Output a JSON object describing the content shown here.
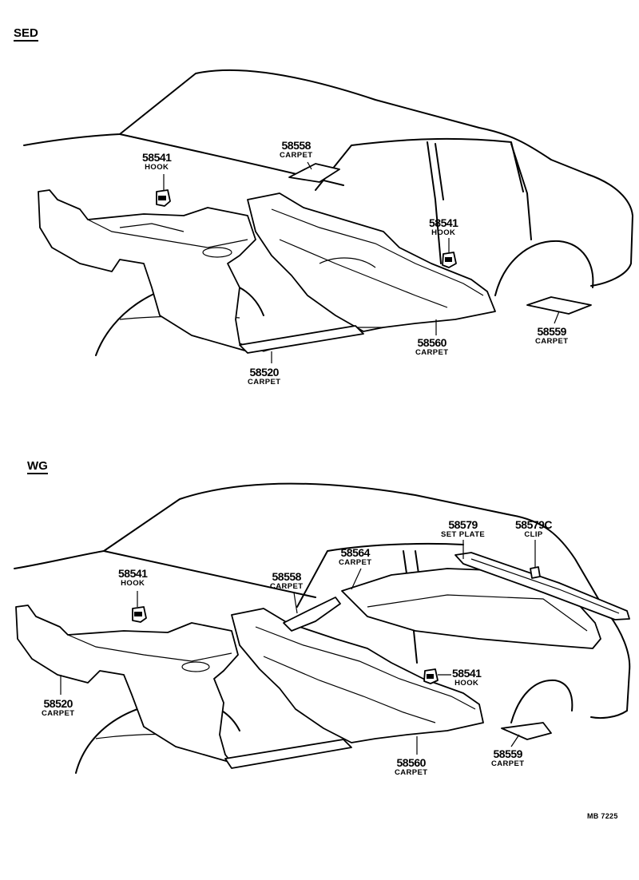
{
  "sections": {
    "sedan": {
      "title": "SED",
      "callouts": [
        {
          "number": "58541",
          "name": "HOOK"
        },
        {
          "number": "58558",
          "name": "CARPET"
        },
        {
          "number": "58541",
          "name": "HOOK"
        },
        {
          "number": "58559",
          "name": "CARPET"
        },
        {
          "number": "58560",
          "name": "CARPET"
        },
        {
          "number": "58520",
          "name": "CARPET"
        }
      ]
    },
    "wagon": {
      "title": "WG",
      "callouts": [
        {
          "number": "58541",
          "name": "HOOK"
        },
        {
          "number": "58558",
          "name": "CARPET"
        },
        {
          "number": "58564",
          "name": "CARPET"
        },
        {
          "number": "58579",
          "name": "SET PLATE"
        },
        {
          "number": "58579C",
          "name": "CLIP"
        },
        {
          "number": "58541",
          "name": "HOOK"
        },
        {
          "number": "58520",
          "name": "CARPET"
        },
        {
          "number": "58560",
          "name": "CARPET"
        },
        {
          "number": "58559",
          "name": "CARPET"
        }
      ]
    }
  },
  "drawing_code": "MB 7225"
}
